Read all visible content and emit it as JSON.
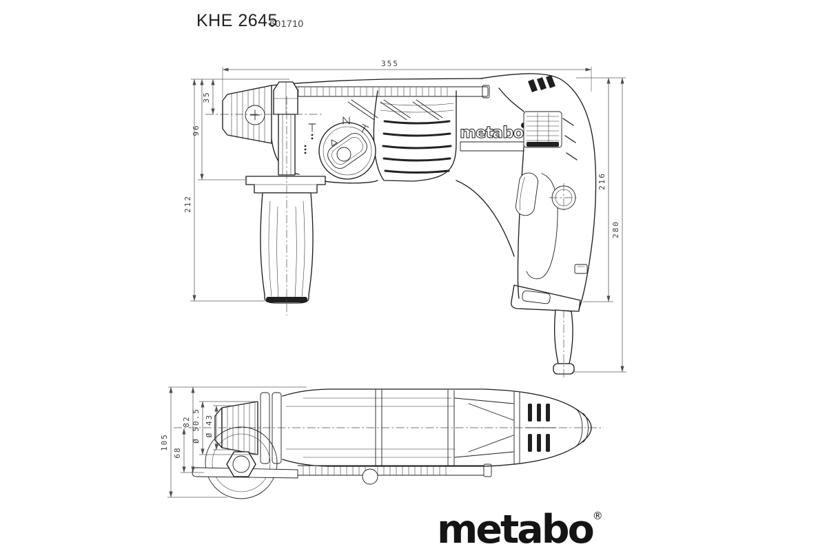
{
  "header": {
    "model": "KHE 2645",
    "article_number": "601710"
  },
  "footer": {
    "brand": "metabo",
    "registered": "®"
  },
  "drawing": {
    "product_label": "metabo",
    "side_view": {
      "dim_overall_length": "355",
      "dim_top_to_axis": "35",
      "dim_front_height": "96",
      "dim_front_total_height": "212",
      "dim_rear_body_height": "216",
      "dim_rear_total_height": "280"
    },
    "top_view": {
      "dim_total_width": "105",
      "dim_body_width": "82",
      "dim_axis_offset": "68",
      "dim_collar_diameter": "Ø 50.5",
      "dim_chuck_diameter": "Ø 43"
    }
  }
}
